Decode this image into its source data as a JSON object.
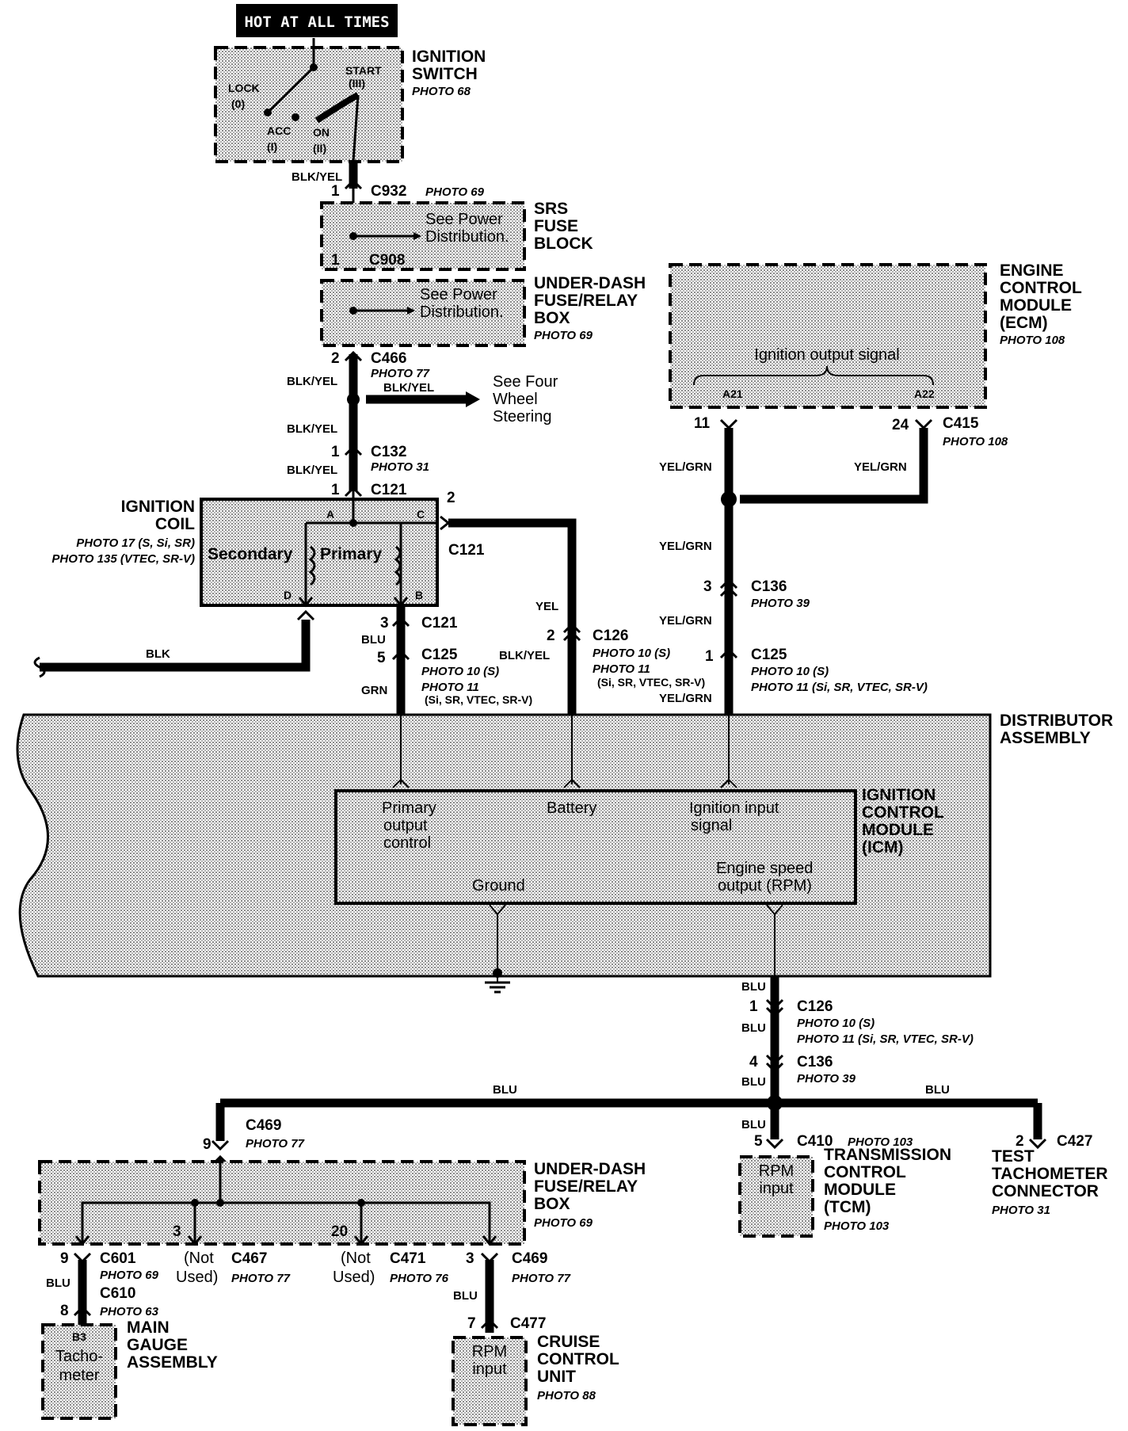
{
  "hot_label": "HOT AT ALL TIMES",
  "ignition_switch": {
    "title_lines": [
      "IGNITION",
      "SWITCH"
    ],
    "photo": "PHOTO 68",
    "positions": {
      "lock": "LOCK",
      "lock_num": "(0)",
      "acc": "ACC",
      "acc_num": "(I)",
      "on": "ON",
      "on_num": "(II)",
      "start": "START",
      "start_num": "(III)"
    }
  },
  "c932": {
    "pin": "1",
    "name": "C932",
    "photo": "PHOTO 69",
    "wire": "BLK/YEL"
  },
  "srs": {
    "title_lines": [
      "SRS",
      "FUSE",
      "BLOCK"
    ],
    "note_lines": [
      "See Power",
      "Distribution."
    ],
    "pin": "1",
    "conn": "C908"
  },
  "underdash_top": {
    "title_lines": [
      "UNDER-DASH",
      "FUSE/RELAY",
      "BOX"
    ],
    "photo": "PHOTO 69",
    "note_lines": [
      "See Power",
      "Distribution."
    ]
  },
  "c466": {
    "pin": "2",
    "name": "C466",
    "photo": "PHOTO 77",
    "wire": "BLK/YEL"
  },
  "four_wheel": {
    "wire": "BLK/YEL",
    "note_lines": [
      "See Four",
      "Wheel",
      "Steering"
    ]
  },
  "c132": {
    "pin": "1",
    "name": "C132",
    "photo": "PHOTO 31",
    "wire_above": "BLK/YEL",
    "wire_below": "BLK/YEL"
  },
  "ignition_coil": {
    "title_lines": [
      "IGNITION",
      "COIL"
    ],
    "photo_lines": [
      "PHOTO 17 (S, Si, SR)",
      "PHOTO 135 (VTEC, SR-V)"
    ],
    "secondary": "Secondary",
    "primary": "Primary",
    "terminals": {
      "a": "A",
      "b": "B",
      "c": "C",
      "d": "D"
    },
    "c121_top_pin": "1",
    "c121_top": "C121",
    "c121_right_pin": "2",
    "c121_right": "C121",
    "c121_bottom_pin": "3",
    "c121_bottom": "C121"
  },
  "blk_wire": "BLK",
  "c125_left": {
    "pin": "5",
    "name": "C125",
    "photo_lines": [
      "PHOTO 10  (S)",
      "PHOTO 11",
      "(Si, SR, VTEC, SR-V)"
    ],
    "wire_above": "BLU",
    "wire_below": "GRN"
  },
  "yel_wire": "YEL",
  "c126_top": {
    "pin": "2",
    "name": "C126",
    "photo_lines": [
      "PHOTO 10  (S)",
      "PHOTO 11",
      "(Si, SR, VTEC, SR-V)"
    ],
    "wire_below": "BLK/YEL"
  },
  "ecm": {
    "title_lines": [
      "ENGINE",
      "CONTROL",
      "MODULE",
      "(ECM)"
    ],
    "photo": "PHOTO 108",
    "signal": "Ignition output signal",
    "a21": "A21",
    "a22": "A22"
  },
  "c415": {
    "pin_left": "11",
    "pin_right": "24",
    "name": "C415",
    "photo": "PHOTO 108",
    "wire_left": "YEL/GRN",
    "wire_right": "YEL/GRN"
  },
  "c136_top": {
    "pin": "3",
    "name": "C136",
    "photo": "PHOTO 39",
    "wire_above": "YEL/GRN",
    "wire_below": "YEL/GRN"
  },
  "c125_right": {
    "pin": "1",
    "name": "C125",
    "photo_lines": [
      "PHOTO 10  (S)",
      "PHOTO 11  (Si, SR, VTEC, SR-V)"
    ],
    "wire_below": "YEL/GRN"
  },
  "distributor": {
    "title_lines": [
      "DISTRIBUTOR",
      "ASSEMBLY"
    ]
  },
  "icm": {
    "title_lines": [
      "IGNITION",
      "CONTROL",
      "MODULE",
      "(ICM)"
    ],
    "primary_output": [
      "Primary",
      "output",
      "control"
    ],
    "battery": "Battery",
    "ignition_input": [
      "Ignition input",
      "signal"
    ],
    "ground": "Ground",
    "engine_speed": [
      "Engine speed",
      "output (RPM)"
    ]
  },
  "c126_bottom": {
    "pin": "1",
    "name": "C126",
    "photo_lines": [
      "PHOTO 10  (S)",
      "PHOTO 11  (Si, SR, VTEC, SR-V)"
    ],
    "wire_above": "BLU",
    "wire_below": "BLU"
  },
  "c136_bottom": {
    "pin": "4",
    "name": "C136",
    "photo": "PHOTO 39",
    "wire_below": "BLU"
  },
  "blu_bus_left": "BLU",
  "blu_bus_right": "BLU",
  "tcm": {
    "pin": "5",
    "conn": "C410",
    "photo": "PHOTO 103",
    "wire": "BLU",
    "title_lines": [
      "TRANSMISSION",
      "CONTROL",
      "MODULE",
      "(TCM)"
    ],
    "photo2": "PHOTO 103",
    "inner_lines": [
      "RPM",
      "input"
    ]
  },
  "test_tach": {
    "pin": "2",
    "conn": "C427",
    "title_lines": [
      "TEST",
      "TACHOMETER",
      "CONNECTOR"
    ],
    "photo": "PHOTO 31"
  },
  "c469_top": {
    "pin": "9",
    "name": "C469",
    "photo": "PHOTO 77"
  },
  "underdash_bottom": {
    "title_lines": [
      "UNDER-DASH",
      "FUSE/RELAY",
      "BOX"
    ],
    "photo": "PHOTO 69"
  },
  "c601": {
    "pin": "9",
    "name": "C601",
    "photo": "PHOTO 69",
    "wire": "BLU"
  },
  "c467": {
    "pin": "3",
    "name": "C467",
    "photo": "PHOTO 77",
    "not_used": [
      "(Not",
      "Used)"
    ]
  },
  "c471": {
    "pin": "20",
    "name": "C471",
    "photo": "PHOTO 76",
    "not_used": [
      "(Not",
      "Used)"
    ]
  },
  "c469_bottom": {
    "pin": "3",
    "name": "C469",
    "photo": "PHOTO 77",
    "wire": "BLU"
  },
  "c610": {
    "pin": "8",
    "name": "C610",
    "photo": "PHOTO 63"
  },
  "main_gauge": {
    "title_lines": [
      "MAIN",
      "GAUGE",
      "ASSEMBLY"
    ],
    "inner_lines": [
      "B3",
      "Tacho-",
      "meter"
    ]
  },
  "c477": {
    "pin": "7",
    "name": "C477"
  },
  "cruise": {
    "title_lines": [
      "CRUISE",
      "CONTROL",
      "UNIT"
    ],
    "photo": "PHOTO 88",
    "inner_lines": [
      "RPM",
      "input"
    ]
  }
}
